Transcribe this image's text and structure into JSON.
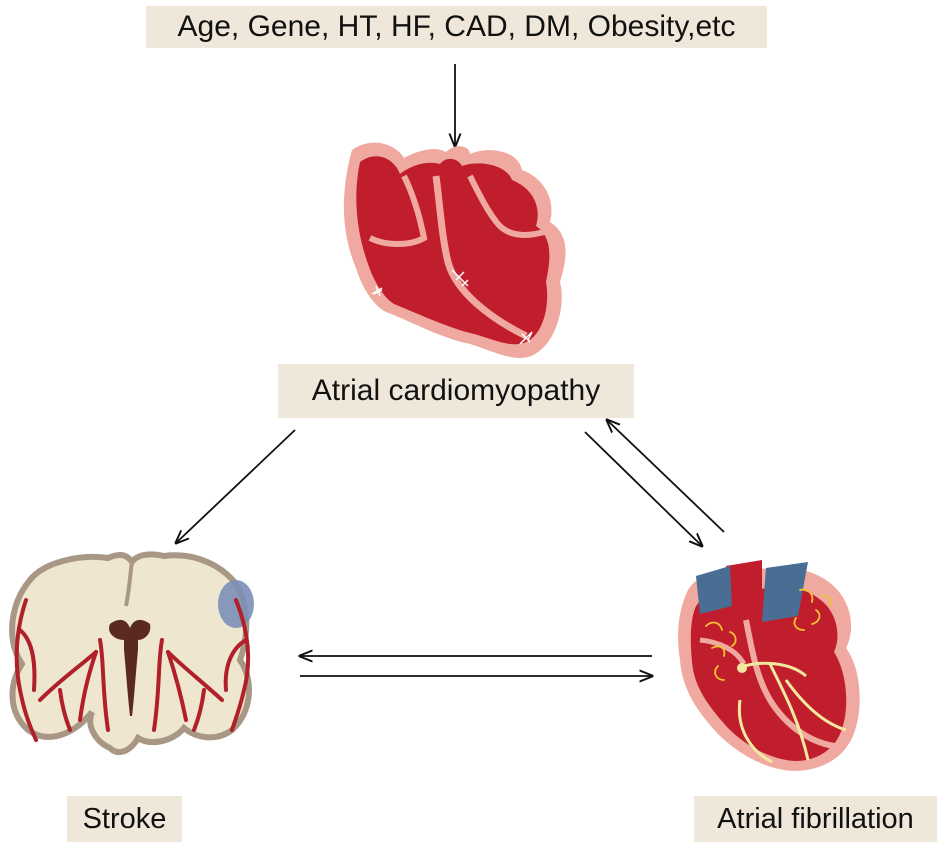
{
  "risk_factors": {
    "label": "Age, Gene, HT, HF, CAD, DM, Obesity,etc"
  },
  "atrial_cardiomyopathy": {
    "label": "Atrial cardiomyopathy"
  },
  "stroke": {
    "label": "Stroke"
  },
  "atrial_fibrillation": {
    "label": "Atrial fibrillation"
  },
  "colors": {
    "box_fill": "#efe8da",
    "heart_outer": "#f0a9a0",
    "heart_inner": "#c01e2d",
    "brain_fill": "#efe6cf",
    "brain_outline": "#a89784",
    "vessel": "#b0202a",
    "ischemic_area": "#7b8fb8",
    "great_vessel_blue": "#4a6d93",
    "conduction_path": "#f3e8a0",
    "fibrillation_arrow": "#f2c232",
    "arrow": "#111111"
  }
}
